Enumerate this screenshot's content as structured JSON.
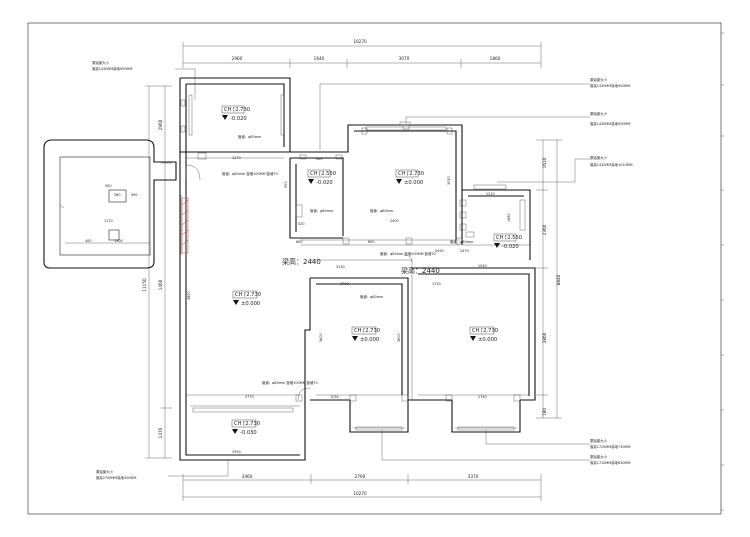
{
  "dimensions": {
    "top_total": "10270",
    "top_segments": [
      "2960",
      "1640",
      "3070",
      "1860"
    ],
    "bottom_total": "10270",
    "bottom_segments": [
      "3460",
      "2760",
      "3370"
    ],
    "left_total": "11150",
    "left_segments": [
      "2960",
      "1460",
      "1470"
    ],
    "right_total": "8840",
    "right_segments": [
      "1610",
      "2360",
      "3860",
      "780"
    ],
    "left_box": [
      "500",
      "360",
      "490",
      "1170",
      "400",
      "1300"
    ],
    "inner": {
      "kitchen_w": "1270",
      "hall_h": "3850",
      "bed_w_a": "1230",
      "bed_w_b": "1740",
      "bath_w": "2770",
      "bath_w2": "2950",
      "room_h_a": "3600",
      "room_h_b": "3600",
      "mid_w": "2400",
      "mid_v": "3050",
      "s600": "600",
      "s900": "900",
      "s800": "800",
      "s2470": "2470",
      "s3130": "3130",
      "s1540": "1540",
      "s2700": "2700",
      "s1720": "1720",
      "s900b": "900",
      "s520": "520",
      "s2450": "2450",
      "s1210": "1210",
      "s1680": "1680"
    }
  },
  "rooms": [
    {
      "id": "top-left",
      "ch": "CH ⌈2.730",
      "level": "-0.020"
    },
    {
      "id": "corridor",
      "ch": "CH ⌈2.550",
      "level": "-0.020"
    },
    {
      "id": "top-center",
      "ch": "CH ⌈2.730",
      "level": "±0.000"
    },
    {
      "id": "top-right",
      "ch": "CH ⌈2.550",
      "level": "-0.020"
    },
    {
      "id": "living",
      "ch": "CH ⌈2.730",
      "level": "±0.000"
    },
    {
      "id": "mid-room",
      "ch": "CH ⌈2.730",
      "level": "±0.000"
    },
    {
      "id": "right-room",
      "ch": "CH ⌈2.730",
      "level": "±0.000"
    },
    {
      "id": "bottom-left",
      "ch": "CH ⌈2.730",
      "level": "-0.030"
    }
  ],
  "beams": {
    "beam_a": "梁高：2440",
    "beam_b": "梁高：2440"
  },
  "windows": {
    "w1": {
      "title": "原始窗大小",
      "detail": "窗高1430MM高地900MM"
    },
    "w2": {
      "title": "原始窗大小",
      "detail": "窗高1430MM高地900MM"
    },
    "w3": {
      "title": "原始窗大小",
      "detail": "窗高1430MM高地900MM"
    },
    "w4": {
      "title": "原始窗大小",
      "detail": "窗高1430MM高地1010MM"
    },
    "w5": {
      "title": "原始窗大小",
      "detail": "窗高1720MM高地730MM"
    },
    "w6": {
      "title": "原始窗大小",
      "detail": "窗高1710MM高地630MM"
    },
    "w7": {
      "title": "原始窗大小",
      "detail": "窗高2700MM高地300MM"
    }
  },
  "notes": {
    "pipe": "管道：φ80mm",
    "pipe_detail": "管道：φ80mm 距墙100MM 距墙70",
    "pipe_short": "管道：φ80mm"
  }
}
